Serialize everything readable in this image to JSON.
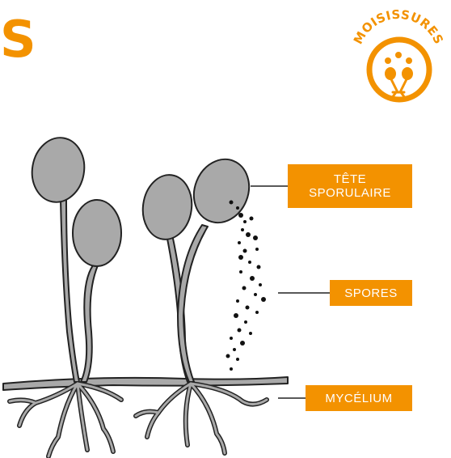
{
  "heading": {
    "visible_text": "S"
  },
  "badge": {
    "text": "MOISISSURES",
    "icon": "mold-icon",
    "color": "#F39200"
  },
  "labels": {
    "tete": {
      "line1": "TÊTE",
      "line2": "SPORULAIRE"
    },
    "spores": "SPORES",
    "mycelium": "MYCÉLIUM"
  },
  "colors": {
    "accent": "#F39200",
    "fill": "#A9A9A9",
    "stroke": "#222222"
  }
}
